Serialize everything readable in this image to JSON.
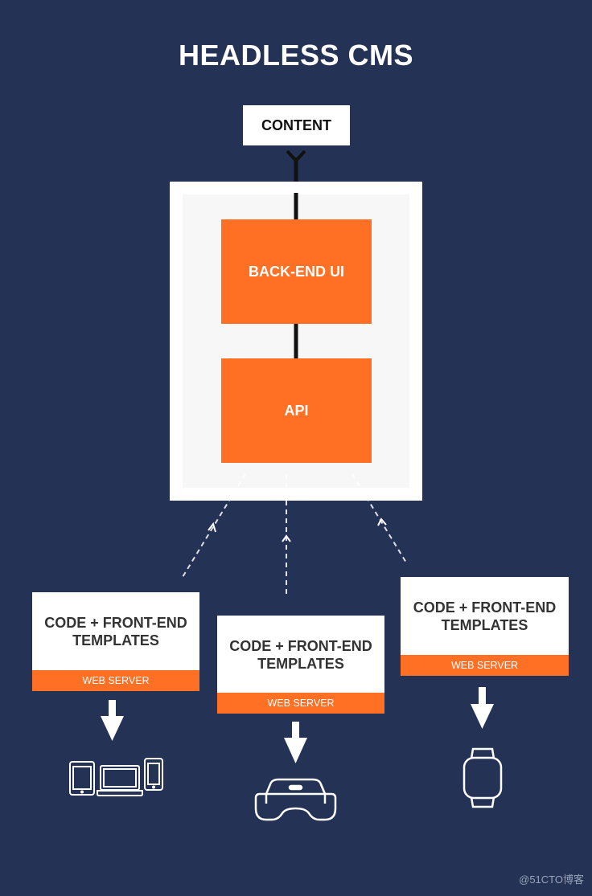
{
  "title": "HEADLESS CMS",
  "content_label": "CONTENT",
  "backend_label": "BACK-END UI",
  "api_label": "API",
  "front_ends": [
    {
      "text": "CODE + FRONT-END TEMPLATES",
      "server": "WEB SERVER",
      "device_icons": [
        "tablet-icon",
        "laptop-icon",
        "phone-icon"
      ]
    },
    {
      "text": "CODE + FRONT-END TEMPLATES",
      "server": "WEB SERVER",
      "device_icons": [
        "vr-headset-icon"
      ]
    },
    {
      "text": "CODE + FRONT-END TEMPLATES",
      "server": "WEB SERVER",
      "device_icons": [
        "smartwatch-icon"
      ]
    }
  ],
  "watermark": "@51CTO博客",
  "colors": {
    "background": "#243256",
    "accent": "#ff6f24",
    "box": "#ffffff"
  }
}
